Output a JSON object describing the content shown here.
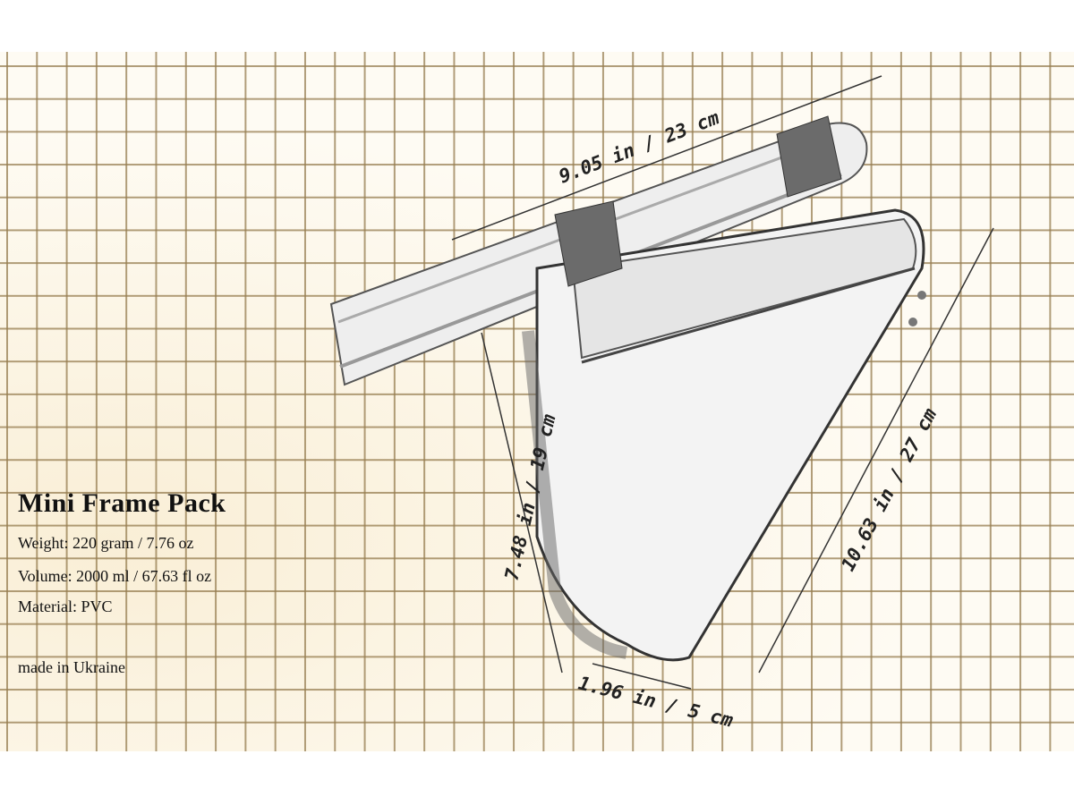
{
  "product": {
    "title": "Mini Frame Pack",
    "weight": "Weight: 220 gram / 7.76 oz",
    "volume": "Volume: 2000 ml / 67.63 fl oz",
    "material": "Material: PVC",
    "origin": "made in Ukraine"
  },
  "dimensions": {
    "top_length": "9.05 in / 23 cm",
    "side_height": "7.48 in / 19 cm",
    "diagonal": "10.63 in / 27 cm",
    "width": "1.96 in / 5 cm"
  }
}
